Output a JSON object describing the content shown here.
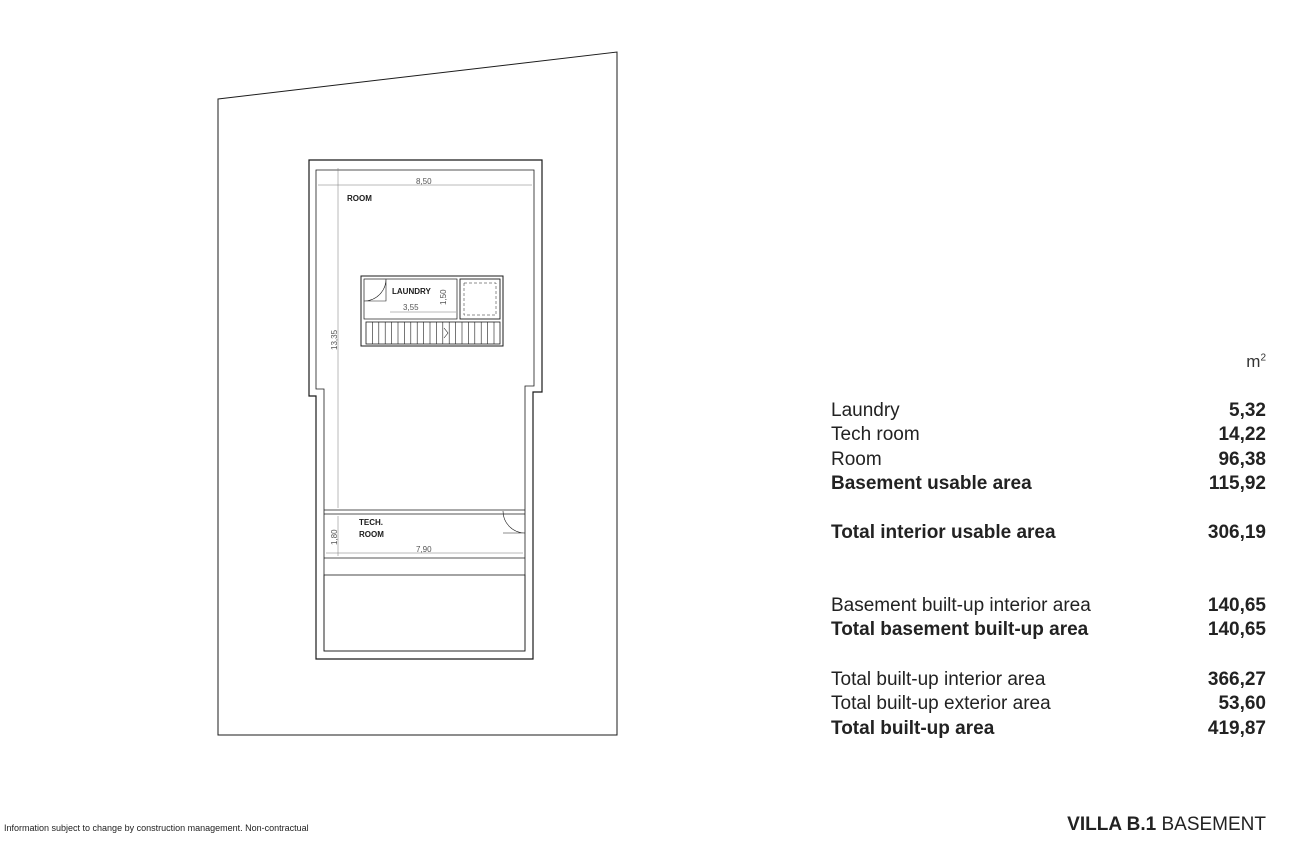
{
  "plan": {
    "labels": {
      "room": "ROOM",
      "laundry": "LAUNDRY",
      "tech_line1": "TECH.",
      "tech_line2": "ROOM"
    },
    "dimensions": {
      "top_width": "8,50",
      "left_height": "13,35",
      "laundry_width": "3,55",
      "laundry_height": "1,50",
      "tech_height": "1,80",
      "tech_width": "7,90"
    }
  },
  "areas": {
    "unit": "m",
    "unit_exp": "2",
    "basement": [
      {
        "name": "Laundry",
        "value": "5,32"
      },
      {
        "name": "Tech room",
        "value": "14,22"
      },
      {
        "name": "Room",
        "value": "96,38"
      },
      {
        "name": "Basement usable area",
        "value": "115,92"
      }
    ],
    "total_interior": {
      "name": "Total interior usable area",
      "value": "306,19"
    },
    "built_basement": [
      {
        "name": "Basement built-up interior area",
        "value": "140,65"
      },
      {
        "name": "Total basement built-up area",
        "value": "140,65"
      }
    ],
    "built_totals": [
      {
        "name": "Total built-up interior area",
        "value": "366,27"
      },
      {
        "name": "Total built-up exterior area",
        "value": "53,60"
      },
      {
        "name": "Total built-up area",
        "value": "419,87"
      }
    ]
  },
  "footer": {
    "disclaimer": "Information subject to change by construction management. Non-contractual",
    "title_bold": "VILLA B.1",
    "title_rest": "BASEMENT"
  }
}
